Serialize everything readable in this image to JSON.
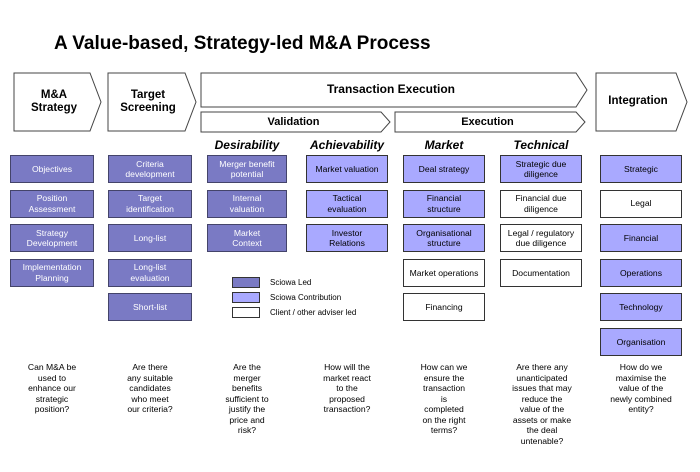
{
  "title": "A Value-based, Strategy-led M&A Process",
  "stages": {
    "ma_strategy": "M&A\nStrategy",
    "target_screening": "Target\nScreening",
    "transaction_execution": "Transaction Execution",
    "validation": "Validation",
    "execution": "Execution",
    "integration": "Integration"
  },
  "column_headers": {
    "desirability": "Desirability",
    "achievability": "Achievability",
    "market": "Market",
    "technical": "Technical"
  },
  "columns": {
    "ma_strategy": [
      {
        "text": "Objectives",
        "type": "led"
      },
      {
        "text": "Position\nAssessment",
        "type": "led"
      },
      {
        "text": "Strategy\nDevelopment",
        "type": "led"
      },
      {
        "text": "Implementation\nPlanning",
        "type": "led"
      }
    ],
    "target_screening": [
      {
        "text": "Criteria\ndevelopment",
        "type": "led"
      },
      {
        "text": "Target\nidentification",
        "type": "led"
      },
      {
        "text": "Long-list",
        "type": "led"
      },
      {
        "text": "Long-list\nevaluation",
        "type": "led"
      },
      {
        "text": "Short-list",
        "type": "led"
      }
    ],
    "desirability": [
      {
        "text": "Merger benefit\npotential",
        "type": "led"
      },
      {
        "text": "Internal\nvaluation",
        "type": "led"
      },
      {
        "text": "Market\nContext",
        "type": "led"
      }
    ],
    "achievability": [
      {
        "text": "Market valuation",
        "type": "contrib"
      },
      {
        "text": "Tactical\nevaluation",
        "type": "contrib"
      },
      {
        "text": "Investor\nRelations",
        "type": "contrib"
      }
    ],
    "market": [
      {
        "text": "Deal strategy",
        "type": "contrib"
      },
      {
        "text": "Financial\nstructure",
        "type": "contrib"
      },
      {
        "text": "Organisational\nstructure",
        "type": "contrib"
      },
      {
        "text": "Market operations",
        "type": "client"
      },
      {
        "text": "Financing",
        "type": "client"
      }
    ],
    "technical": [
      {
        "text": "Strategic due\ndiligence",
        "type": "contrib"
      },
      {
        "text": "Financial due\ndiligence",
        "type": "client"
      },
      {
        "text": "Legal / regulatory\ndue diligence",
        "type": "client"
      },
      {
        "text": "Documentation",
        "type": "client"
      }
    ],
    "integration": [
      {
        "text": "Strategic",
        "type": "contrib"
      },
      {
        "text": "Legal",
        "type": "client"
      },
      {
        "text": "Financial",
        "type": "contrib"
      },
      {
        "text": "Operations",
        "type": "contrib"
      },
      {
        "text": "Technology",
        "type": "contrib"
      },
      {
        "text": "Organisation",
        "type": "contrib"
      }
    ]
  },
  "legend": [
    {
      "label": "Sciowa Led",
      "type": "led"
    },
    {
      "label": "Sciowa Contribution",
      "type": "contrib"
    },
    {
      "label": "Client / other adviser led",
      "type": "client"
    }
  ],
  "questions": [
    "Can M&A be\nused to\nenhance our\nstrategic\nposition?",
    "Are there\nany suitable\ncandidates\nwho meet\nour criteria?",
    "Are the\nmerger\nbenefits\nsufficient to\njustify the\nprice and\nrisk?",
    "How will the\nmarket react\nto the\nproposed\ntransaction?",
    "How can we\nensure the\ntransaction\nis\ncompleted\non the right\nterms?",
    "Are there any\nunanticipated\nissues that may\nreduce the\nvalue of the\nassets or make\nthe deal\nuntenable?",
    "How do we\nmaximise the\nvalue of the\nnewly combined\nentity?"
  ],
  "colors": {
    "led": "#7a7ac4",
    "contrib": "#a9a9ff",
    "client": "#ffffff"
  }
}
